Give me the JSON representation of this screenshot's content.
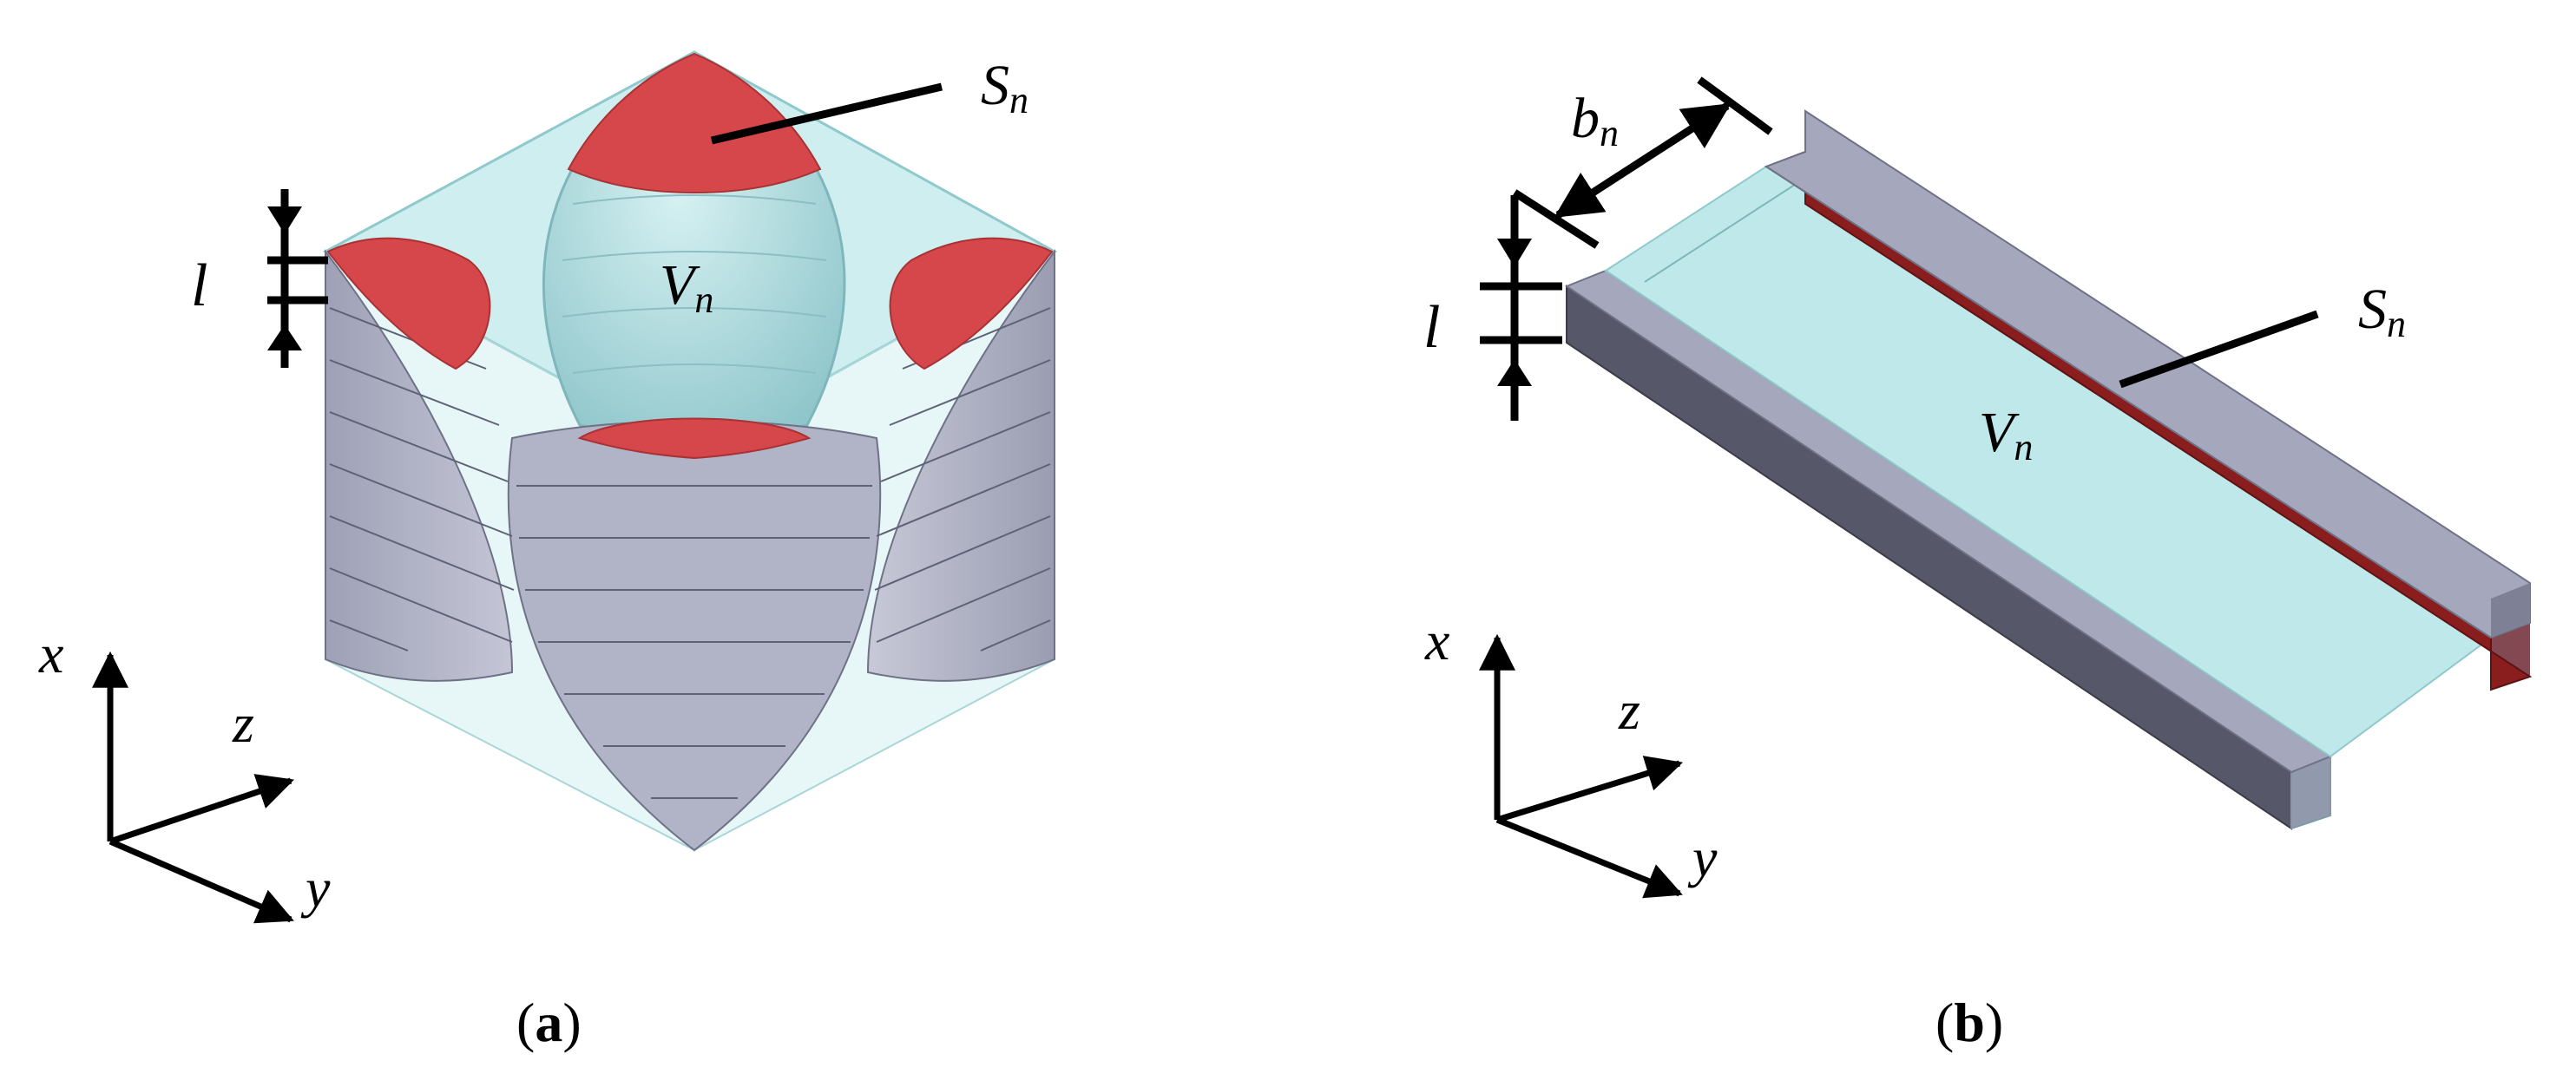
{
  "panels": [
    {
      "id": "a",
      "caption_open": "(",
      "caption_letter": "a",
      "caption_close": ")",
      "labels": {
        "surface": "S",
        "surface_sub": "n",
        "volume": "V",
        "volume_sub": "n",
        "layer": "l"
      },
      "axes": {
        "x": "x",
        "y": "y",
        "z": "z"
      }
    },
    {
      "id": "b",
      "caption_open": "(",
      "caption_letter": "b",
      "caption_close": ")",
      "labels": {
        "width": "b",
        "width_sub": "n",
        "surface": "S",
        "surface_sub": "n",
        "volume": "V",
        "volume_sub": "n",
        "layer": "l"
      },
      "axes": {
        "x": "x",
        "y": "y",
        "z": "z"
      }
    }
  ],
  "colors": {
    "cyan_fill": "#bfe8ea",
    "cyan_edge": "#8fc9cc",
    "red_fill": "#d5474a",
    "dark_red": "#8a1e1e",
    "grey_face": "#b4b6c8",
    "grey_dark": "#565869",
    "grey_mid": "#8f92a7"
  }
}
